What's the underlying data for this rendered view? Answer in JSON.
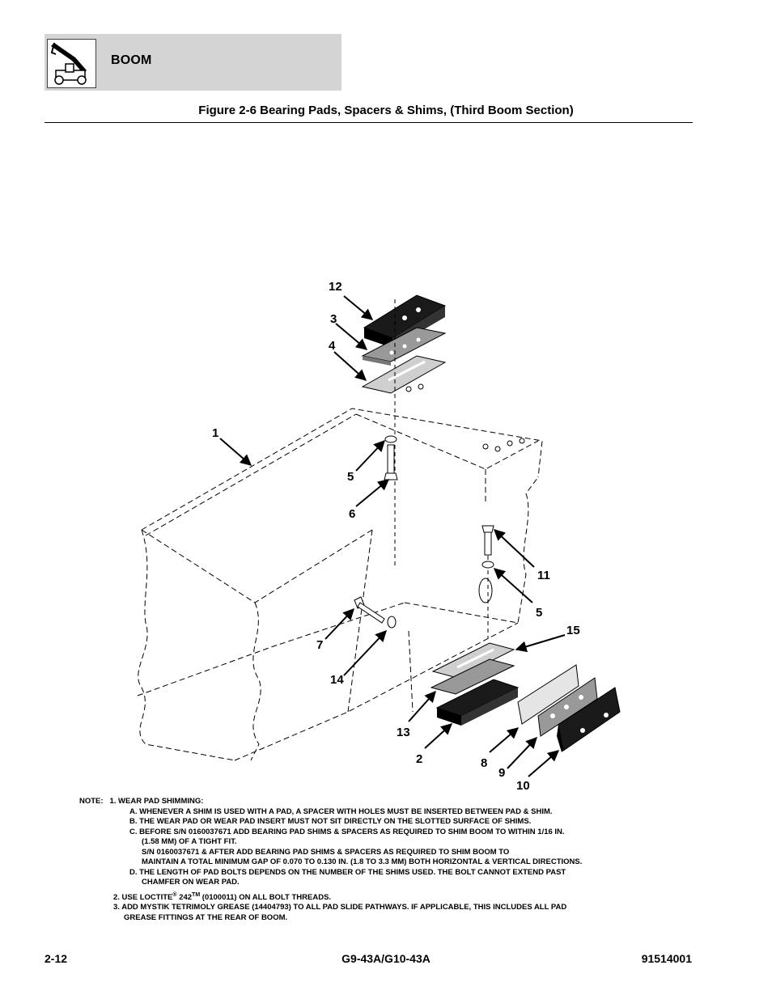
{
  "header": {
    "section": "BOOM",
    "logo_icon": "telehandler-icon"
  },
  "figure": {
    "title": "Figure 2-6 Bearing Pads, Spacers & Shims, (Third Boom Section)"
  },
  "callouts": {
    "c1": "1",
    "c2": "2",
    "c3": "3",
    "c4": "4",
    "c5a": "5",
    "c5b": "5",
    "c6": "6",
    "c7": "7",
    "c8": "8",
    "c9": "9",
    "c10": "10",
    "c11": "11",
    "c12": "12",
    "c13": "13",
    "c14": "14",
    "c15": "15"
  },
  "notes": {
    "label": "NOTE:",
    "n1": "1. WEAR PAD SHIMMING:",
    "n1a": "A. WHENEVER A SHIM IS USED WITH A PAD, A SPACER WITH HOLES MUST BE INSERTED BETWEEN PAD & SHIM.",
    "n1b": "B. THE WEAR PAD OR WEAR PAD INSERT MUST NOT SIT DIRECTLY ON THE SLOTTED SURFACE OF SHIMS.",
    "n1c_1": "C. BEFORE S/N 0160037671 ADD BEARING PAD SHIMS & SPACERS AS REQUIRED TO SHIM BOOM TO WITHIN 1/16 IN.",
    "n1c_2": "(1.58 MM) OF A TIGHT FIT.",
    "n1c_3": "S/N 0160037671 & AFTER ADD BEARING PAD SHIMS & SPACERS AS REQUIRED TO SHIM BOOM TO",
    "n1c_4": "MAINTAIN A TOTAL MINIMUM GAP OF 0.070 TO 0.130 IN. (1.8 TO 3.3 MM) BOTH HORIZONTAL & VERTICAL DIRECTIONS.",
    "n1d_1": "D. THE LENGTH OF PAD BOLTS DEPENDS ON THE NUMBER OF THE SHIMS USED. THE BOLT CANNOT EXTEND PAST",
    "n1d_2": "CHAMFER ON WEAR PAD.",
    "n2_pre": "2. USE LOCTITE",
    "n2_reg": "®",
    "n2_mid": " 242",
    "n2_tm": "TM",
    "n2_post": " (0100011) ON ALL BOLT THREADS.",
    "n3_1": "3. ADD MYSTIK TETRIMOLY GREASE (14404793) TO ALL PAD SLIDE PATHWAYS. IF APPLICABLE, THIS INCLUDES ALL PAD",
    "n3_2": "GREASE FITTINGS AT THE REAR OF BOOM."
  },
  "footer": {
    "page": "2-12",
    "model": "G9-43A/G10-43A",
    "doc_number": "91514001"
  }
}
